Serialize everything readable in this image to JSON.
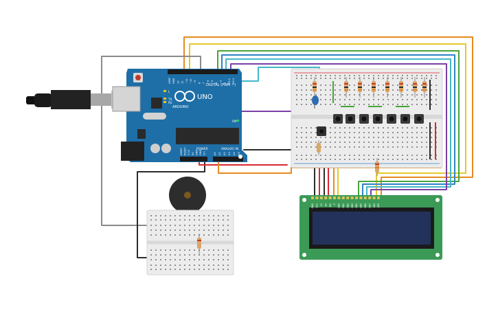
{
  "arduino": {
    "brand": "ARDUINO",
    "model": "UNO",
    "digital_label": "DIGITAL (PWM ~)",
    "power_label": "POWER",
    "analog_label": "ANALOG IN",
    "tx_label": "TX",
    "rx_label": "RX",
    "l_label": "L",
    "on_label": "ON",
    "digital_pins": [
      "AREF",
      "GND",
      "13",
      "12",
      "~11",
      "~10",
      "~9",
      "8",
      "7",
      "~6",
      "~5",
      "4",
      "~3",
      "2",
      "TX 1",
      "RX 0"
    ],
    "power_pins": [
      "IOREF",
      "RESET",
      "3.3V",
      "5V",
      "GND",
      "GND",
      "Vin"
    ],
    "analog_pins": [
      "A0",
      "A1",
      "A2",
      "A3",
      "A4",
      "A5"
    ]
  },
  "lcd": {
    "pins": [
      "GND",
      "VCC",
      "V0",
      "RS",
      "RW",
      "E",
      "DB0",
      "DB1",
      "DB2",
      "DB3",
      "DB4",
      "DB5",
      "DB6",
      "DB7",
      "LED",
      "LED"
    ]
  },
  "colors": {
    "board": "#1e6fa8",
    "board_dark": "#155a8c",
    "breadboard": "#ececec",
    "lcd_pcb": "#3c9a57",
    "lcd_screen": "#23325a",
    "wire_orange": "#e58a1f",
    "wire_yellow": "#e4c82a",
    "wire_green": "#46a538",
    "wire_blue": "#2d83c6",
    "wire_cyan": "#43b6c9",
    "wire_purple": "#7a3fa6",
    "wire_red": "#d8282e",
    "wire_black": "#2a2a2a",
    "wire_gray": "#8a8a8a"
  }
}
